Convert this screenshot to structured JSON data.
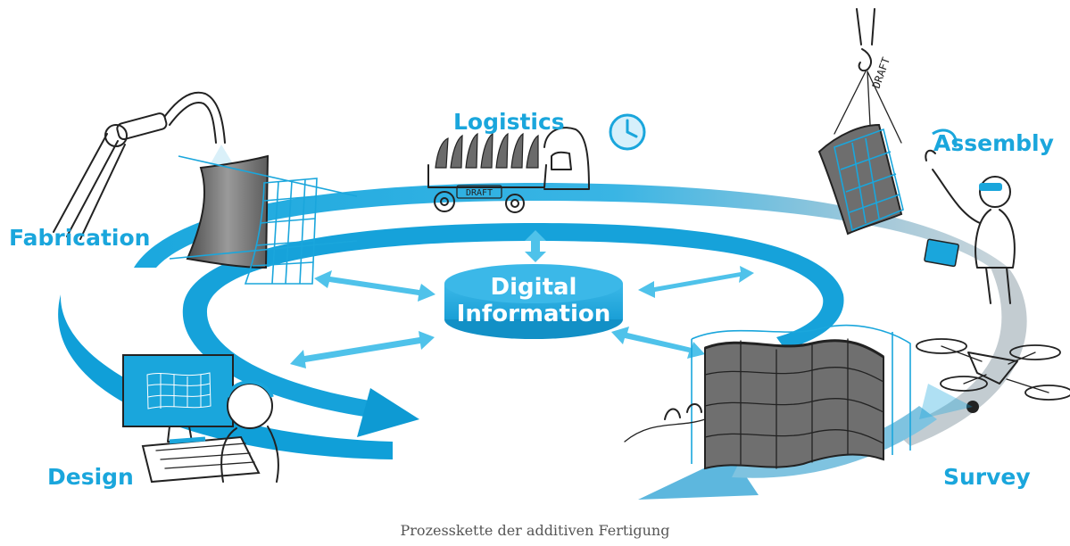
{
  "stages": {
    "logistics": "Logistics",
    "assembly": "Assembly",
    "fabrication": "Fabrication",
    "design": "Design",
    "survey": "Survey"
  },
  "hub": {
    "line1": "Digital",
    "line2": "Information"
  },
  "truck_tag": "DRAFT",
  "crane_tag": "DRAFT",
  "caption": "Prozesskette der additiven Fertigung",
  "colors": {
    "accent": "#1aa6dc",
    "accent_light": "#4fc2ea",
    "panel_grey": "#7a7a7a",
    "caption": "#555555"
  }
}
